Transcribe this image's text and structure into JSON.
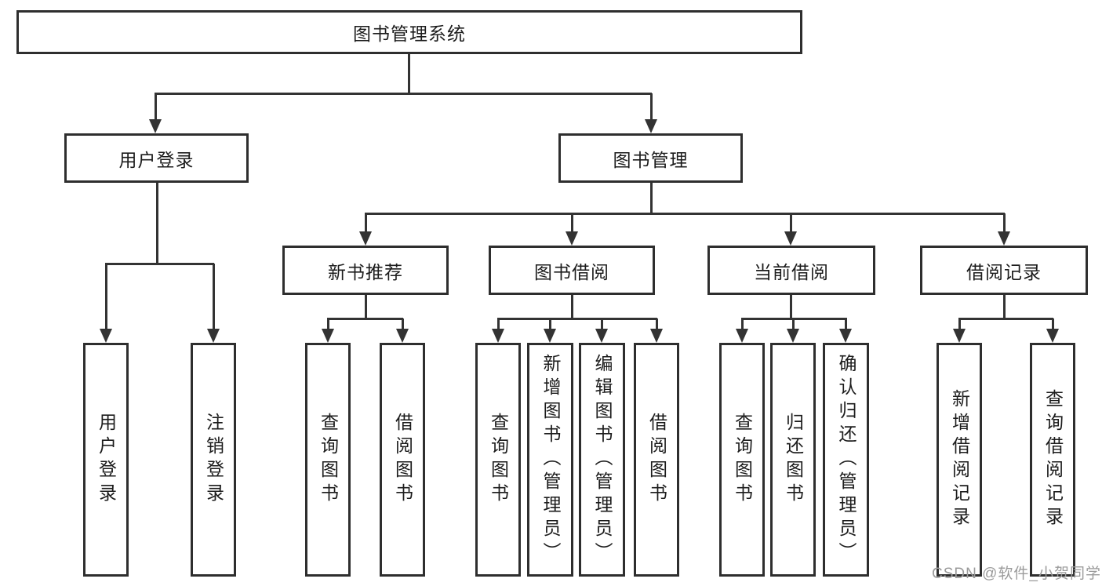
{
  "tree": {
    "root": {
      "label": "图书管理系统",
      "children": [
        {
          "label": "用户登录",
          "children": [
            {
              "label": "用户登录"
            },
            {
              "label": "注销登录"
            }
          ]
        },
        {
          "label": "图书管理",
          "children": [
            {
              "label": "新书推荐",
              "children": [
                {
                  "label": "查询图书"
                },
                {
                  "label": "借阅图书"
                }
              ]
            },
            {
              "label": "图书借阅",
              "children": [
                {
                  "label": "查询图书"
                },
                {
                  "label": "新增图书（管理员）"
                },
                {
                  "label": "编辑图书（管理员）"
                },
                {
                  "label": "借阅图书"
                }
              ]
            },
            {
              "label": "当前借阅",
              "children": [
                {
                  "label": "查询图书"
                },
                {
                  "label": "归还图书"
                },
                {
                  "label": "确认归还（管理员）"
                }
              ]
            },
            {
              "label": "借阅记录",
              "children": [
                {
                  "label": "新增借阅记录"
                },
                {
                  "label": "查询借阅记录"
                }
              ]
            }
          ]
        }
      ]
    },
    "line_color": "#333333",
    "border_color": "#2e2e2e"
  },
  "watermark": {
    "text": "CSDN @软件_小贺同学",
    "color": "#9b9b9b"
  }
}
